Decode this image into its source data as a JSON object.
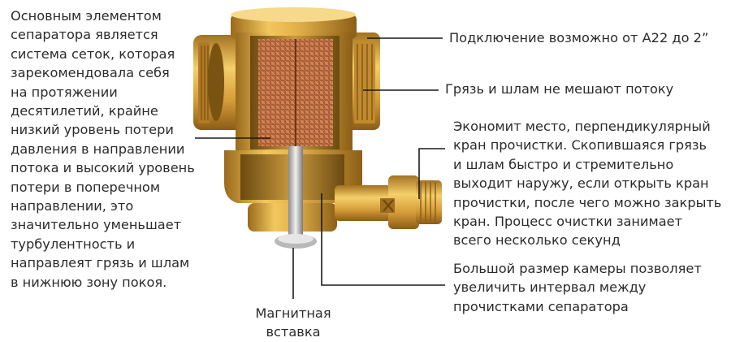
{
  "left_annotation": "Основным элементом\nсепаратора является\nсистема сеток, которая\nзарекомендовала себя\nна протяжении\nдесятилетий, крайне\nнизкий уровень потери\nдавления в направлении\nпотока и высокий уровень\nпотери в поперечном\nнаправлении, это\nзначительно уменьшает\nтурбулентность и\nнаправлеят грязь и шлам\nв нижнюю зону покоя.",
  "right_annotations": {
    "connection": "Подключение возможно от А22 до 2”",
    "dirt_flow": "Грязь и шлам не мешают потоку",
    "drain_valve": "Экономит место, перпендикулярный\nкран прочистки. Скопившаяся грязь\nи шлам быстро и стремительно\nвыходит наружу, если открыть кран\nпрочистки, после чего можно закрыть\nкран. Процесс очистки занимает\nвсего несколько секунд",
    "chamber": "Большой размер камеры позволяет\nувеличить интервал между\nпрочистками сепаратора"
  },
  "bottom_annotation": "Магнитная\nвставка",
  "colors": {
    "brass_light": "#f2c75e",
    "brass_mid": "#d9a441",
    "brass_dark": "#9a6a1c",
    "copper_mesh": "#b8643a",
    "leader_line": "#1a1a1a",
    "text": "#2b2b2b"
  }
}
